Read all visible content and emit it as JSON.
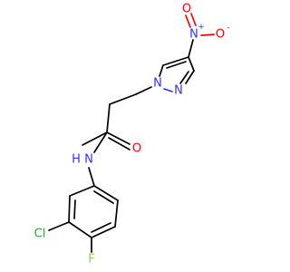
{
  "molecule": {
    "atoms": {
      "nitro_n": "N",
      "nitro_n_charge": "+",
      "nitro_o_right": "O",
      "nitro_o_right_charge": "-",
      "nitro_o_top": "O",
      "pyrazole_n1": "N",
      "pyrazole_n2": "N",
      "amide_o": "O",
      "amide_n": "N",
      "amide_h": "H",
      "chlorine": "Cl",
      "fluorine": "F"
    },
    "colors": {
      "carbon_bond": "#000000",
      "nitrogen": "#3333ff",
      "oxygen": "#ff0000",
      "chlorine": "#1fb11f",
      "fluorine": "#90d050"
    }
  }
}
